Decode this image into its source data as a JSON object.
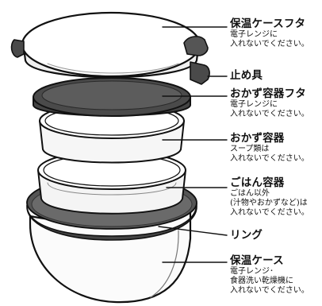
{
  "parts": [
    {
      "title": "保温ケースフタ",
      "note": [
        "電子レンジに",
        "入れないでください。"
      ]
    },
    {
      "title": "止め具",
      "note": []
    },
    {
      "title": "おかず容器フタ",
      "note": [
        "電子レンジに",
        "入れないでください。"
      ]
    },
    {
      "title": "おかず容器",
      "note": [
        "スープ類は",
        "入れないでください。"
      ]
    },
    {
      "title": "ごはん容器",
      "note": [
        "ごはん以外",
        "(汁物やおかずなど)は",
        "入れないでください。"
      ]
    },
    {
      "title": "リング",
      "note": []
    },
    {
      "title": "保温ケース",
      "note": [
        "電子レンジ･",
        "食器洗い乾燥機に",
        "入れないでください。"
      ]
    }
  ]
}
